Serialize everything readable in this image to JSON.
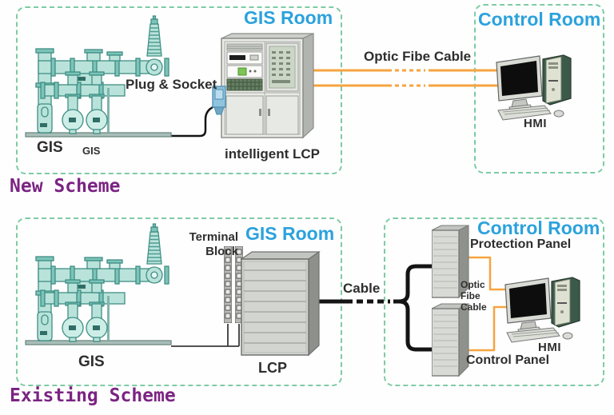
{
  "new_scheme": {
    "scheme_label": "New Scheme",
    "gis_room": {
      "title": "GIS Room",
      "gis_label": "GIS",
      "gis_label_small": "GIS",
      "plug_socket_label": "Plug & Socket",
      "cabinet_label": "intelligent LCP"
    },
    "connection_label": "Optic Fibe Cable",
    "control_room": {
      "title": "Control Room",
      "hmi_label": "HMI"
    }
  },
  "existing_scheme": {
    "scheme_label": "Existing Scheme",
    "gis_room": {
      "title": "GIS Room",
      "gis_label": "GIS",
      "terminal_block_line1": "Terminal",
      "terminal_block_line2": "Block",
      "cabinet_label": "LCP"
    },
    "connection_label": "Cable",
    "control_room": {
      "title": "Control Room",
      "protection_panel_label": "Protection Panel",
      "optic_fibe_line1": "Optic",
      "optic_fibe_line2": "Fibe",
      "optic_fibe_line3": "Cable",
      "hmi_label": "HMI",
      "control_panel_label": "Control Panel"
    }
  },
  "colors": {
    "room_title_blue": "#2ba2dc",
    "scheme_label_purple": "#7b2483",
    "box_border_green": "#7ecba4",
    "optic_cable_orange": "#f6a440",
    "copper_cable_black": "#141414"
  }
}
